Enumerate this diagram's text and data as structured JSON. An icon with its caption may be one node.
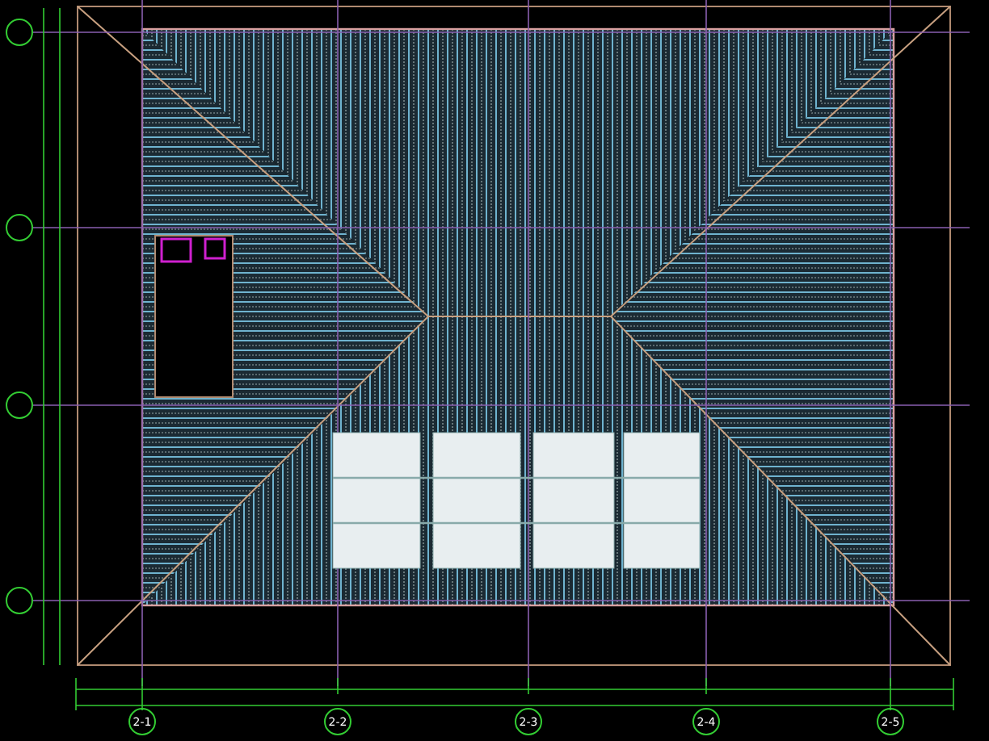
{
  "diagram": {
    "labels": [
      "2-1",
      "2-2",
      "2-3",
      "2-4",
      "2-5"
    ]
  }
}
